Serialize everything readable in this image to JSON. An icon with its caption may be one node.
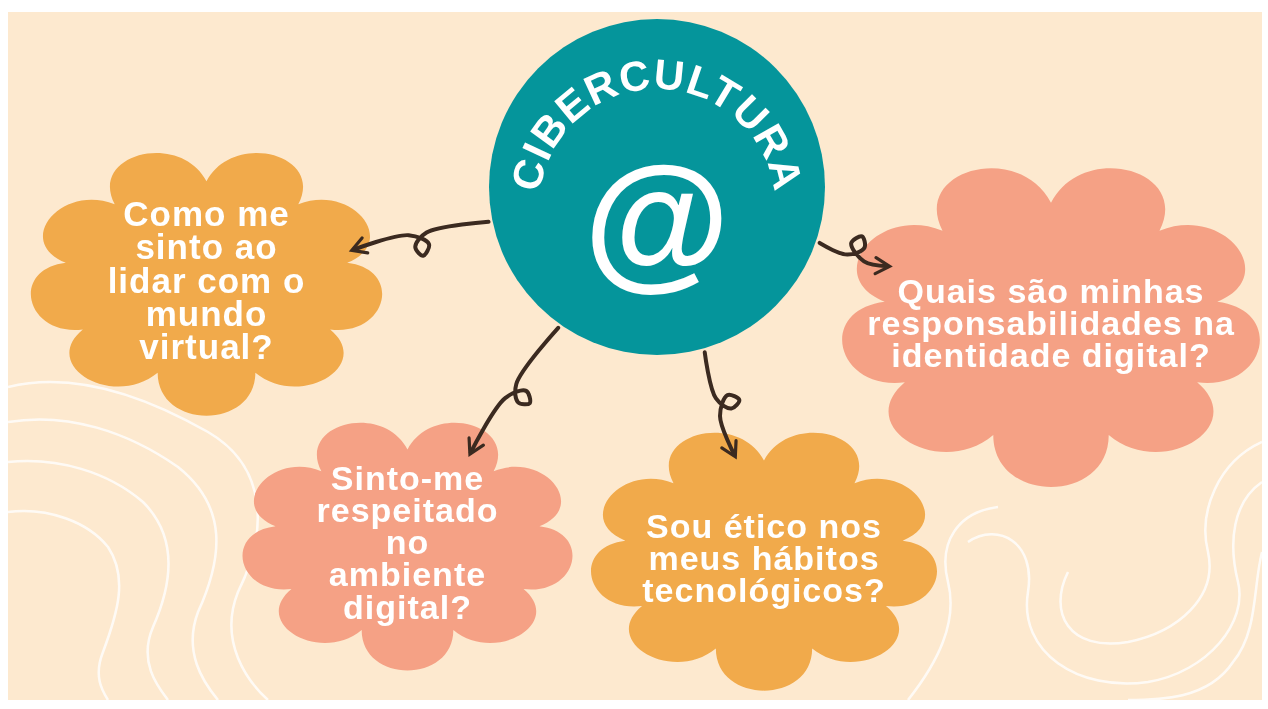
{
  "diagram": {
    "nodes": [
      {
        "text": [
          "CIBERCULTURA",
          "@"
        ]
      },
      {
        "text": [
          "Como me sinto ao lidar com o mundo virtual?"
        ]
      },
      {
        "text": [
          "Sinto-me respeitado no ambiente digital?"
        ]
      },
      {
        "text": [
          "Sou ético nos meus hábitos tecnológicos?"
        ]
      },
      {
        "text": [
          "Quais são minhas responsabilidades na identidade digital?"
        ]
      }
    ],
    "edges": [
      {
        "from": 0,
        "to": 1,
        "arrow": "to"
      },
      {
        "from": 0,
        "to": 2,
        "arrow": "to"
      },
      {
        "from": 0,
        "to": 3,
        "arrow": "to"
      },
      {
        "from": 0,
        "to": 4,
        "arrow": "to"
      }
    ]
  }
}
